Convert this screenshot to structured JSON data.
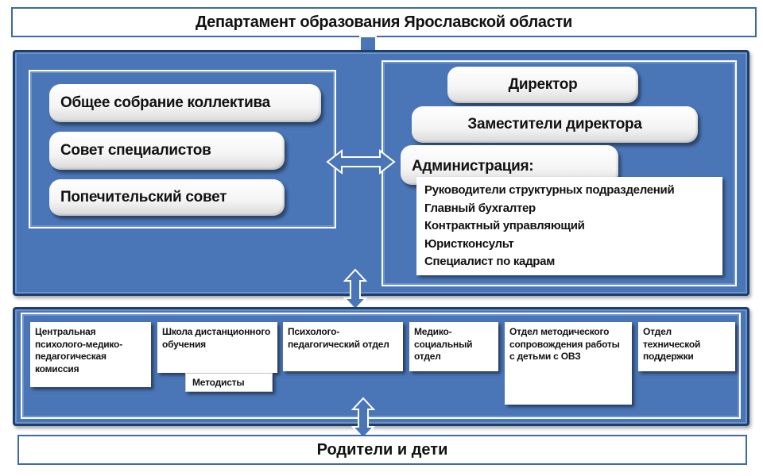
{
  "header": {
    "title": "Департамент образования Ярославской области"
  },
  "footer": {
    "title": "Родители и дети"
  },
  "left_group": {
    "items": [
      "Общее собрание коллектива",
      "Совет специалистов",
      "Попечительский совет"
    ]
  },
  "right_group": {
    "director": "Директор",
    "deputies": "Заместители директора",
    "administration": "Администрация:",
    "administration_list": [
      "Руководители структурных подразделений",
      "Главный бухгалтер",
      "Контрактный управляющий",
      "Юристконсульт",
      "Специалист по кадрам"
    ]
  },
  "departments": [
    "Центральная психолого-медико-педагогическая комиссия",
    "Школа дистанционного обучения",
    "Психолого-педагогический отдел",
    "Медико-социальный отдел",
    "Отдел методического сопровождения работы с детьми с ОВЗ",
    "Отдел технической поддержки"
  ],
  "sub_unit": "Методисты",
  "colors": {
    "panel": "#4a76b8",
    "panel_border": "#1e3f6e",
    "arrow_fill": "#4a76b8",
    "frame_border": "#3d6aa6"
  }
}
